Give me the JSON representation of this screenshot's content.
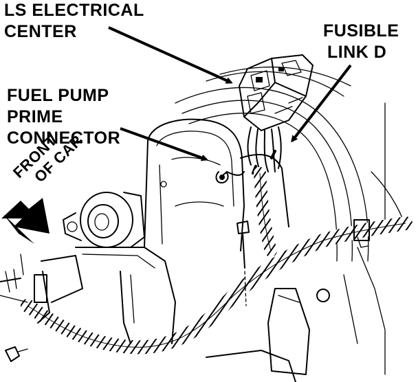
{
  "labels": {
    "ls_electrical_center": [
      "LS ELECTRICAL",
      "CENTER"
    ],
    "fusible_link": [
      "FUSIBLE",
      "LINK D"
    ],
    "fuel_pump_prime": [
      "FUEL PUMP",
      "PRIME",
      "CONNECTOR"
    ],
    "front_of_car": [
      "FRONT",
      "OF CAR"
    ]
  }
}
